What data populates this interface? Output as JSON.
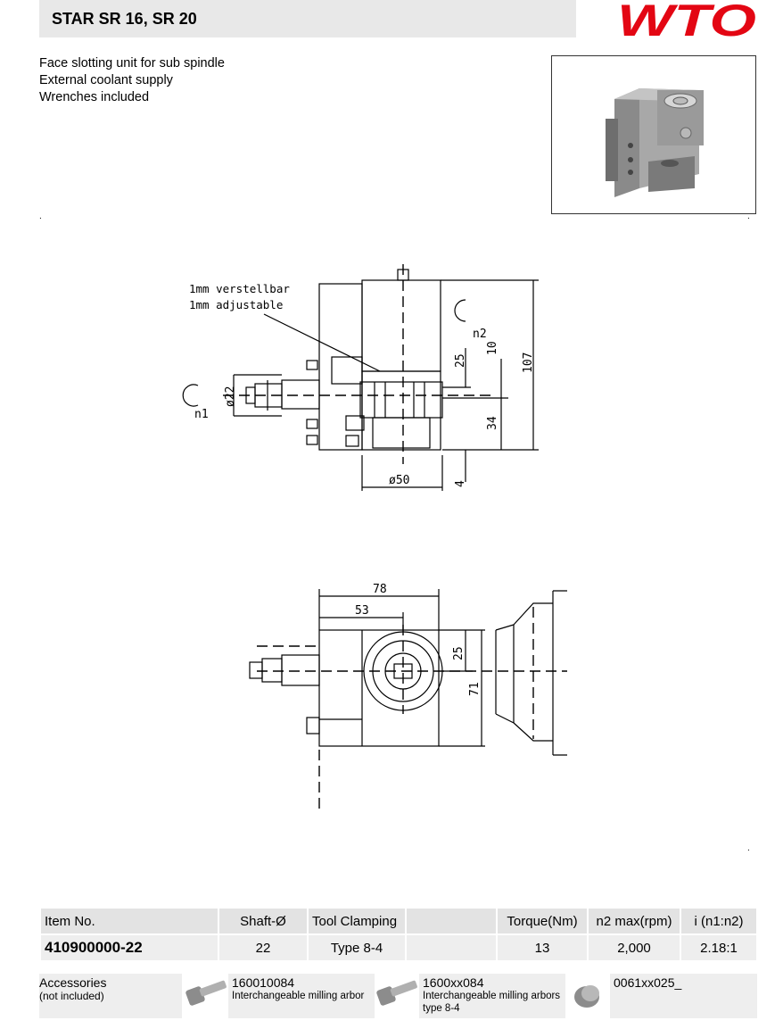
{
  "header": {
    "title": "STAR SR 16, SR 20",
    "logo_text": "WTO",
    "brand_color": "#e30613"
  },
  "description": [
    "Face slotting unit for sub spindle",
    "External coolant supply",
    "Wrenches included"
  ],
  "drawing": {
    "note_line1": "1mm verstellbar",
    "note_line2": "1mm adjustable",
    "label_n1": "n1",
    "label_n2": "n2",
    "dim_22": "ø22",
    "dim_50": "ø50",
    "dim_25_top": "25",
    "dim_10": "10",
    "dim_107": "107",
    "dim_34": "34",
    "dim_4": "4",
    "dim_78": "78",
    "dim_53": "53",
    "dim_25_bottom": "25",
    "dim_71": "71"
  },
  "table": {
    "headers": [
      "Item No.",
      "Shaft-Ø",
      "Tool Clamping",
      "",
      "Torque(Nm)",
      "n2 max(rpm)",
      "i (n1:n2)"
    ],
    "row": [
      "410900000-22",
      "22",
      "Type 8-4",
      "",
      "13",
      "2,000",
      "2.18:1"
    ]
  },
  "accessories": {
    "label": "Accessories",
    "sublabel": "(not included)",
    "items": [
      {
        "code": "160010084",
        "desc": "Interchangeable milling arbor",
        "icon": "milling-arbor-icon"
      },
      {
        "code": "1600xx084",
        "desc": "Interchangeable milling arbors",
        "desc2": "type 8-4",
        "icon": "milling-arbor-icon"
      },
      {
        "code": "0061xx025_",
        "desc": "",
        "icon": "nut-icon"
      }
    ]
  }
}
